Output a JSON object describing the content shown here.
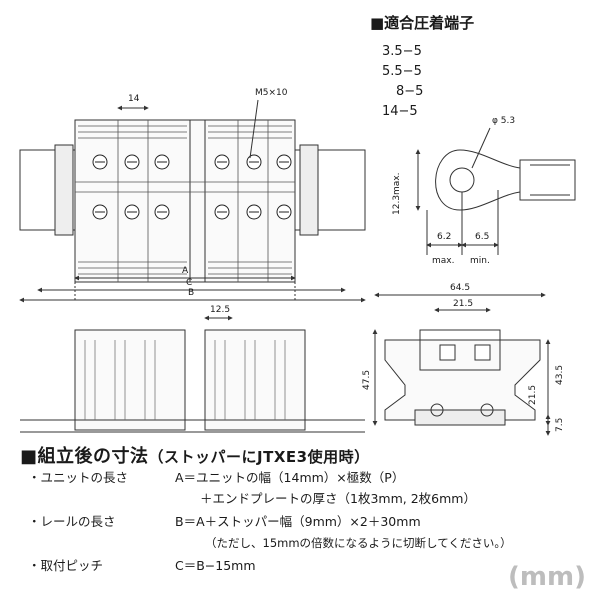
{
  "terminals_title": "■適合圧着端子",
  "terminal_sizes": [
    "3.5−5",
    "5.5−5",
    "8−5",
    "14−5"
  ],
  "top_view_labels": {
    "pitch": "14",
    "screw": "M5×10",
    "a": "A",
    "c": "C",
    "b": "B"
  },
  "bottom_view_labels": {
    "pitch": "12.5"
  },
  "lug_labels": {
    "phi": "φ 5.3",
    "height": "12.3max.",
    "w1": "6.2",
    "w1_note": "max.",
    "w2": "6.5",
    "w2_note": "min."
  },
  "side_view_labels": {
    "total": "64.5",
    "inner": "21.5",
    "h1": "47.5",
    "h2": "43.5",
    "h3": "21.5",
    "h4": "7.5"
  },
  "section_title": "■組立後の寸法",
  "section_subtitle": "（ストッパーにJTXE3使用時）",
  "notes": [
    {
      "label": "・ユニットの長さ",
      "formula": "A＝ユニットの幅（14mm）×極数（P）"
    },
    {
      "label": "",
      "formula": "＋エンドプレートの厚さ（1枚3mm, 2枚6mm）"
    },
    {
      "label": "・レールの長さ",
      "formula": "B＝A＋ストッパー幅（9mm）×2＋30mm"
    },
    {
      "label": "",
      "formula": "（ただし、15mmの倍数になるように切断してください。）"
    },
    {
      "label": "・取付ピッチ",
      "formula": "C＝B−15mm"
    }
  ],
  "unit_label": "(mm)"
}
